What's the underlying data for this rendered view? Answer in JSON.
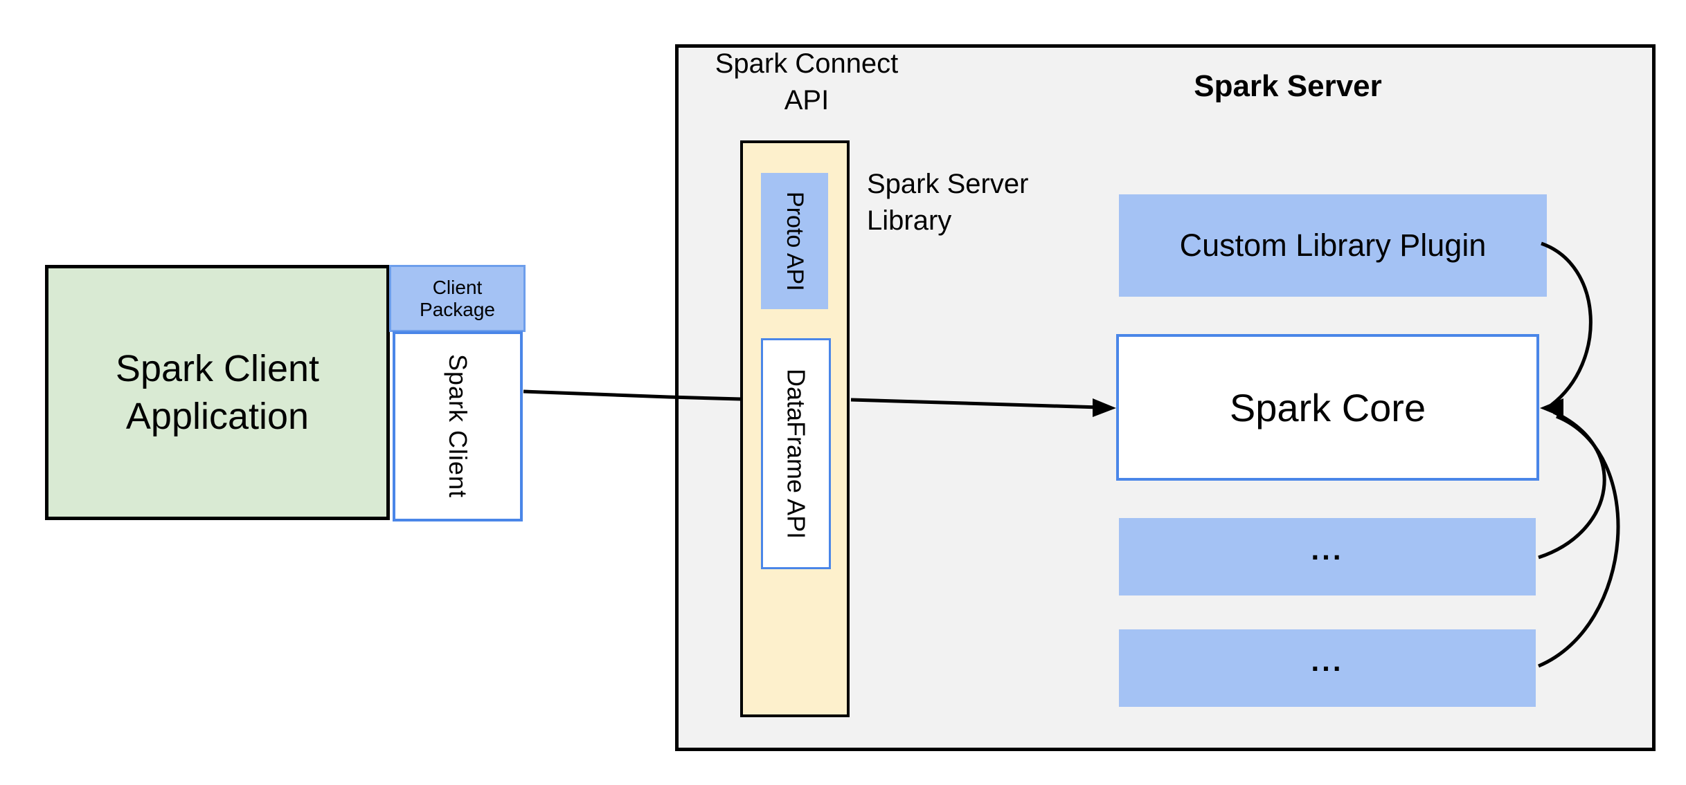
{
  "client": {
    "application_label": "Spark Client\nApplication",
    "package_label": "Client\nPackage",
    "spark_client_label": "Spark Client"
  },
  "connect": {
    "api_title": "Spark Connect\nAPI",
    "proto_api_label": "Proto API",
    "dataframe_api_label": "DataFrame API",
    "server_library_label": "Spark Server\nLibrary"
  },
  "server": {
    "title": "Spark Server",
    "custom_library_plugin_label": "Custom Library Plugin",
    "spark_core_label": "Spark Core",
    "plugin_slot_1_label": "...",
    "plugin_slot_2_label": "..."
  },
  "colors": {
    "client_app_fill": "#d9ead3",
    "blue_fill": "#a4c2f4",
    "yellow_fill": "#fdf0cc",
    "server_fill": "#f2f2f2",
    "white_fill": "#ffffff",
    "blue_border": "#4a86e8",
    "outline": "#000000"
  }
}
